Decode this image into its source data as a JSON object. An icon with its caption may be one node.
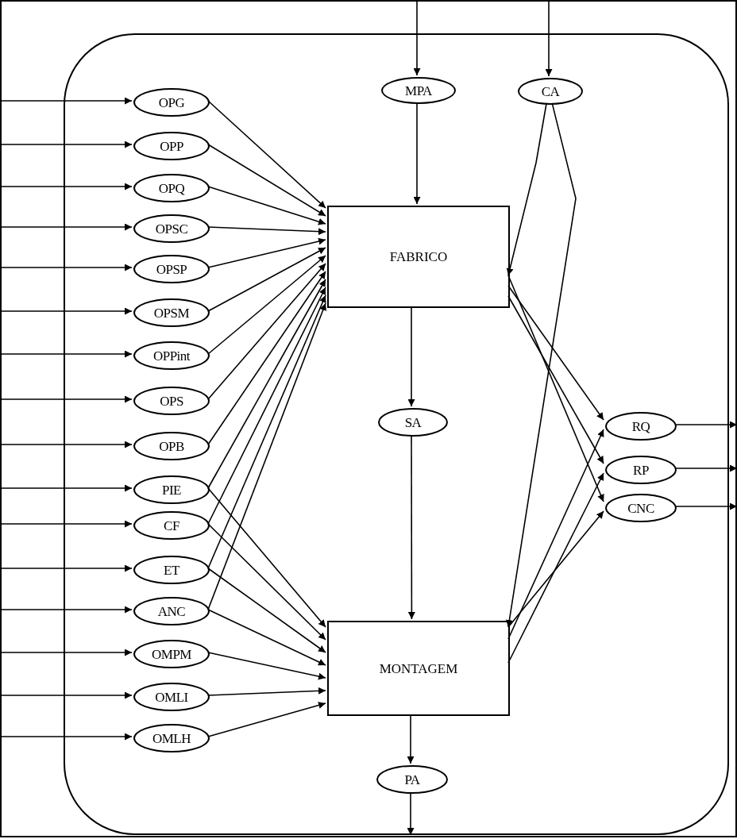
{
  "diagram": {
    "nodes": [
      {
        "text": [],
        "shape": "box"
      },
      {
        "text": [
          "MPA"
        ],
        "in": 0
      },
      {
        "text": [
          "CA"
        ],
        "in": 0
      },
      {
        "text": [
          "OPG"
        ],
        "in": 0
      },
      {
        "text": [
          "OPP"
        ],
        "in": 0
      },
      {
        "text": [
          "OPQ"
        ],
        "in": 0
      },
      {
        "text": [
          "OPSC"
        ],
        "in": 0
      },
      {
        "text": [
          "OPSP"
        ],
        "in": 0
      },
      {
        "text": [
          "OPSM"
        ],
        "in": 0
      },
      {
        "text": [
          "OPPint"
        ],
        "in": 0
      },
      {
        "text": [
          "OPS"
        ],
        "in": 0
      },
      {
        "text": [
          "OPB"
        ],
        "in": 0
      },
      {
        "text": [
          "PIE"
        ],
        "in": 0
      },
      {
        "text": [
          "CF"
        ],
        "in": 0
      },
      {
        "text": [
          "ET"
        ],
        "in": 0
      },
      {
        "text": [
          "ANC"
        ],
        "in": 0
      },
      {
        "text": [
          "OMPM"
        ],
        "in": 0
      },
      {
        "text": [
          "OMLI"
        ],
        "in": 0
      },
      {
        "text": [
          "OMLH"
        ],
        "in": 0
      },
      {
        "text": [
          "FABRICO"
        ],
        "in": 0
      },
      {
        "text": [
          "SA"
        ],
        "in": 0
      },
      {
        "text": [
          "MONTAGEM"
        ],
        "in": 0
      },
      {
        "text": [
          "PA"
        ],
        "in": 0
      },
      {
        "text": [
          "RQ"
        ],
        "in": 0
      },
      {
        "text": [
          "RP"
        ],
        "in": 0
      },
      {
        "text": [
          "CNC"
        ],
        "in": 0
      }
    ],
    "edges": [
      {
        "from": null,
        "to": 1,
        "arrow": "to"
      },
      {
        "from": null,
        "to": 2,
        "arrow": "to"
      },
      {
        "from": null,
        "to": 3,
        "arrow": "to"
      },
      {
        "from": null,
        "to": 4,
        "arrow": "to"
      },
      {
        "from": null,
        "to": 5,
        "arrow": "to"
      },
      {
        "from": null,
        "to": 6,
        "arrow": "to"
      },
      {
        "from": null,
        "to": 7,
        "arrow": "to"
      },
      {
        "from": null,
        "to": 8,
        "arrow": "to"
      },
      {
        "from": null,
        "to": 9,
        "arrow": "to"
      },
      {
        "from": null,
        "to": 10,
        "arrow": "to"
      },
      {
        "from": null,
        "to": 11,
        "arrow": "to"
      },
      {
        "from": null,
        "to": 12,
        "arrow": "to"
      },
      {
        "from": null,
        "to": 13,
        "arrow": "to"
      },
      {
        "from": null,
        "to": 14,
        "arrow": "to"
      },
      {
        "from": null,
        "to": 15,
        "arrow": "to"
      },
      {
        "from": null,
        "to": 16,
        "arrow": "to"
      },
      {
        "from": null,
        "to": 17,
        "arrow": "to"
      },
      {
        "from": null,
        "to": 18,
        "arrow": "to"
      },
      {
        "from": 3,
        "to": 19,
        "arrow": "to"
      },
      {
        "from": 4,
        "to": 19,
        "arrow": "to"
      },
      {
        "from": 5,
        "to": 19,
        "arrow": "to"
      },
      {
        "from": 6,
        "to": 19,
        "arrow": "to"
      },
      {
        "from": 7,
        "to": 19,
        "arrow": "to"
      },
      {
        "from": 8,
        "to": 19,
        "arrow": "to"
      },
      {
        "from": 9,
        "to": 19,
        "arrow": "to"
      },
      {
        "from": 10,
        "to": 19,
        "arrow": "to"
      },
      {
        "from": 11,
        "to": 19,
        "arrow": "to"
      },
      {
        "from": 12,
        "to": 19,
        "arrow": "to"
      },
      {
        "from": 13,
        "to": 19,
        "arrow": "to"
      },
      {
        "from": 14,
        "to": 19,
        "arrow": "to"
      },
      {
        "from": 15,
        "to": 19,
        "arrow": "to"
      },
      {
        "from": 12,
        "to": 21,
        "arrow": "to"
      },
      {
        "from": 13,
        "to": 21,
        "arrow": "to"
      },
      {
        "from": 14,
        "to": 21,
        "arrow": "to"
      },
      {
        "from": 15,
        "to": 21,
        "arrow": "to"
      },
      {
        "from": 16,
        "to": 21,
        "arrow": "to"
      },
      {
        "from": 17,
        "to": 21,
        "arrow": "to"
      },
      {
        "from": 18,
        "to": 21,
        "arrow": "to"
      },
      {
        "from": 1,
        "to": 19,
        "arrow": "to"
      },
      {
        "from": 2,
        "to": 19,
        "arrow": "to"
      },
      {
        "from": 2,
        "to": 21,
        "arrow": "to"
      },
      {
        "from": 19,
        "to": 20,
        "arrow": "to"
      },
      {
        "from": 20,
        "to": 21,
        "arrow": "to"
      },
      {
        "from": 21,
        "to": 22,
        "arrow": "to"
      },
      {
        "from": 22,
        "to": null,
        "arrow": "to"
      },
      {
        "from": 19,
        "to": 23,
        "arrow": "to"
      },
      {
        "from": 19,
        "to": 24,
        "arrow": "to"
      },
      {
        "from": 19,
        "to": 25,
        "arrow": "to"
      },
      {
        "from": 21,
        "to": 23,
        "arrow": "to"
      },
      {
        "from": 21,
        "to": 24,
        "arrow": "to"
      },
      {
        "from": 21,
        "to": 25,
        "arrow": "to"
      },
      {
        "from": 23,
        "to": null,
        "arrow": "to"
      },
      {
        "from": 24,
        "to": null,
        "arrow": "to"
      },
      {
        "from": 25,
        "to": null,
        "arrow": "to"
      }
    ]
  }
}
